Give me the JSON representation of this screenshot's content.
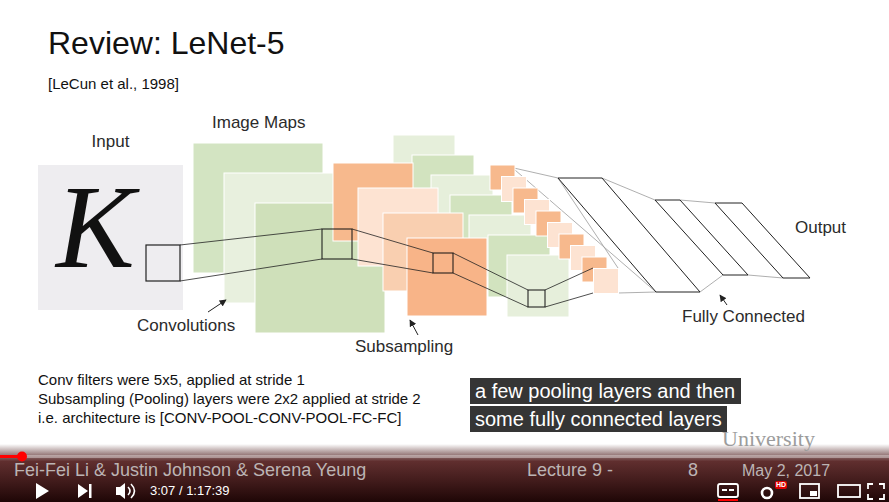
{
  "diagram": {
    "title": "Review: LeNet-5",
    "nodes": [
      {
        "text": [
          "Input",
          "K"
        ]
      },
      {
        "text": [
          "a few pooling layers and then"
        ]
      },
      {
        "text": [
          "some fully connected layers"
        ]
      }
    ],
    "labels": [
      "[LeCun et al., 1998]",
      "Image Maps",
      "Output",
      "Convolutions",
      "Subsampling",
      "Fully Connected",
      "Conv filters were 5x5, applied at stride 1",
      "Subsampling (Pooling) layers were 2x2 applied at stride 2",
      "i.e. architecture is [CONV-POOL-CONV-POOL-FC-FC]",
      "Fei-Fei Li & Justin Johnson & Serena Yeung",
      "Lecture 9 -",
      "8",
      "May 2, 2017",
      "University",
      "3:07 / 1:17:39",
      "HD"
    ]
  }
}
